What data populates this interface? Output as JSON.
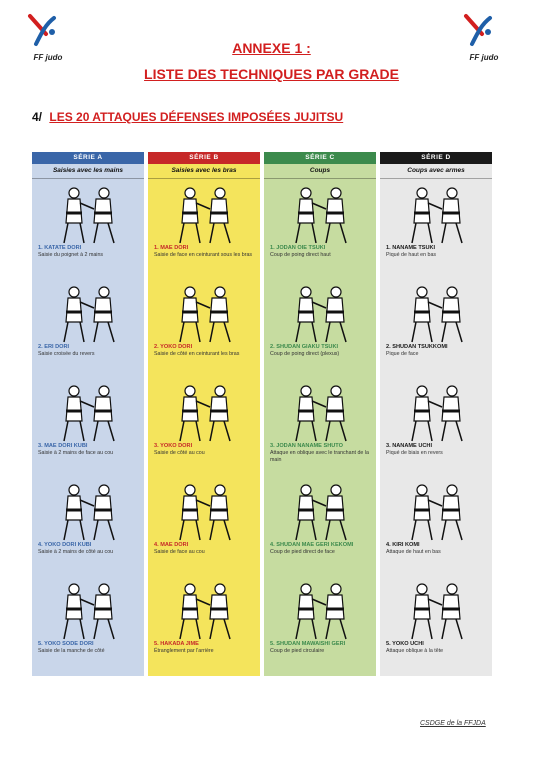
{
  "header": {
    "logo_text": "FF judo",
    "title_line1": "ANNEXE 1 :",
    "title_line2": "LISTE DES TECHNIQUES PAR GRADE",
    "section_number": "4/",
    "section_title": "LES 20 ATTAQUES DÉFENSES IMPOSÉES JUJITSU"
  },
  "colors": {
    "title_red": "#d21f1f",
    "series_a_header": "#3a66a8",
    "series_a_bg": "#c9d6ea",
    "series_b_header": "#c62828",
    "series_b_bg": "#f4e45c",
    "series_c_header": "#3c8a4c",
    "series_c_bg": "#c6dca0",
    "series_d_header": "#1a1a1a",
    "series_d_bg": "#e8e8e8"
  },
  "series": [
    {
      "header": "SÉRIE A",
      "subheader": "Saisies avec les mains",
      "techniques": [
        {
          "name": "1. KATATE DORI",
          "desc": "Saisie du poignet à 2 mains"
        },
        {
          "name": "2. ERI DORI",
          "desc": "Saisie croisée du revers"
        },
        {
          "name": "3. MAE DORI KUBI",
          "desc": "Saisie à 2 mains de face au cou"
        },
        {
          "name": "4. YOKO DORI KUBI",
          "desc": "Saisie à 2 mains de côté au cou"
        },
        {
          "name": "5. YOKO SODE DORI",
          "desc": "Saisie de la manche de côté"
        }
      ]
    },
    {
      "header": "SÉRIE B",
      "subheader": "Saisies avec les bras",
      "techniques": [
        {
          "name": "1. MAE DORI",
          "desc": "Saisie de face en ceinturant sous les bras"
        },
        {
          "name": "2. YOKO DORI",
          "desc": "Saisie de côté en ceinturant les bras"
        },
        {
          "name": "3. YOKO DORI",
          "desc": "Saisie de côté au cou"
        },
        {
          "name": "4. MAE DORI",
          "desc": "Saisie de face au cou"
        },
        {
          "name": "5. HAKADA JIME",
          "desc": "Étranglement par l'arrière"
        }
      ]
    },
    {
      "header": "SÉRIE C",
      "subheader": "Coups",
      "techniques": [
        {
          "name": "1. JODAN OIE TSUKI",
          "desc": "Coup de poing direct haut"
        },
        {
          "name": "2. SHUDAN GIAKU TSUKI",
          "desc": "Coup de poing direct (plexus)"
        },
        {
          "name": "3. JODAN NANAME SHUTO",
          "desc": "Attaque en oblique avec le tranchant de la main"
        },
        {
          "name": "4. SHUDAN MAE GERI KEKOMI",
          "desc": "Coup de pied direct de face"
        },
        {
          "name": "5. SHUDAN MAWAISHI GERI",
          "desc": "Coup de pied circulaire"
        }
      ]
    },
    {
      "header": "SÉRIE D",
      "subheader": "Coups avec armes",
      "techniques": [
        {
          "name": "1. NANAME TSUKI",
          "desc": "Piqué de haut en bas"
        },
        {
          "name": "2. SHUDAN TSUKKOMI",
          "desc": "Pique de face"
        },
        {
          "name": "3. NANAME UCHI",
          "desc": "Piqué de biais en revers"
        },
        {
          "name": "4. KIRI KOMI",
          "desc": "Attaque de haut en bas"
        },
        {
          "name": "5. YOKO UCHI",
          "desc": "Attaque oblique à la tête"
        }
      ]
    }
  ],
  "footer": "CSDGE de la FFJDA"
}
